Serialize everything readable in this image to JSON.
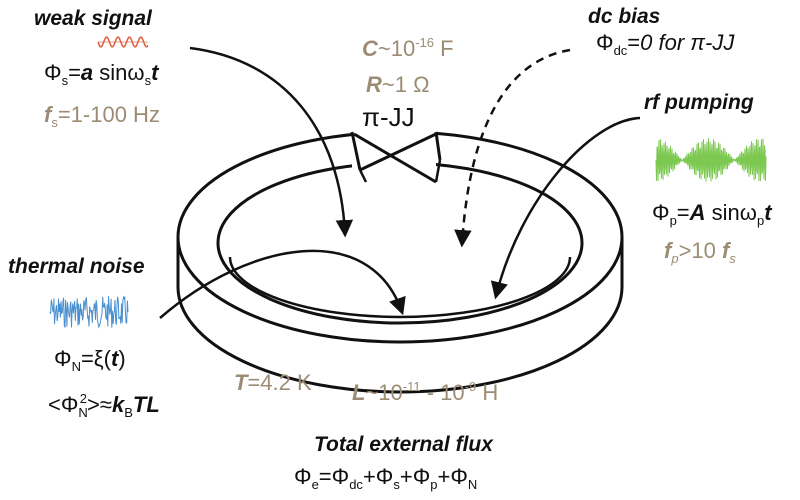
{
  "weak_signal": {
    "title": "weak signal",
    "formula": {
      "phi": "Φ",
      "sub": "s",
      "eq": "=",
      "amp": "a",
      "fn": " sinω",
      "sub2": "s",
      "var": "t"
    },
    "freq": {
      "f": "f",
      "sub": "s",
      "rest": "=1-100 Hz"
    }
  },
  "junction": {
    "capacitance": {
      "sym": "C",
      "base": "~10",
      "exp": "-16",
      "unit": " F"
    },
    "resistance": {
      "sym": "R",
      "rest": "~1 Ω"
    },
    "type": "π-JJ"
  },
  "dc_bias": {
    "title": "dc bias",
    "formula": {
      "phi": "Φ",
      "sub": "dc",
      "eq": "=",
      "val": "0 for ",
      "pi": "π-JJ"
    }
  },
  "rf_pumping": {
    "title": "rf pumping",
    "formula": {
      "phi": "Φ",
      "sub": "p",
      "eq": "=",
      "amp": "A",
      "fn": " sinω",
      "sub2": "p",
      "var": "t"
    },
    "freq": {
      "f": "f",
      "sub": "p",
      "rest": ">10 ",
      "f2": "f",
      "sub2": "s"
    }
  },
  "thermal_noise": {
    "title": "thermal noise",
    "formula": {
      "phi": "Φ",
      "sub": "N",
      "eq": "=ξ(",
      "var": "t",
      "close": ")"
    },
    "variance": {
      "open": "<Φ",
      "sub": "N",
      "sup": "2",
      "rest": ">≈",
      "k": "k",
      "ksub": "B",
      "tl": "TL"
    }
  },
  "temperature": {
    "sym": "T",
    "rest": "=4.2 K"
  },
  "inductance": {
    "sym": "L",
    "base": "~10",
    "exp": "-11",
    "mid": " - 10",
    "exp2": "-9",
    "unit": " H"
  },
  "total_flux": {
    "title": "Total external flux",
    "formula": {
      "phi": "Φ",
      "sub": "e",
      "t1": "=Φ",
      "s1": "dc",
      "t2": "+Φ",
      "s2": "s",
      "t3": "+Φ",
      "s3": "p",
      "t4": "+Φ",
      "s4": "N"
    }
  },
  "colors": {
    "signal_wave": "#e0603c",
    "noise_wave": "#4a90d0",
    "pump_wave": "#7cc850",
    "tan_text": "#9c8c74",
    "ink": "#111111"
  }
}
